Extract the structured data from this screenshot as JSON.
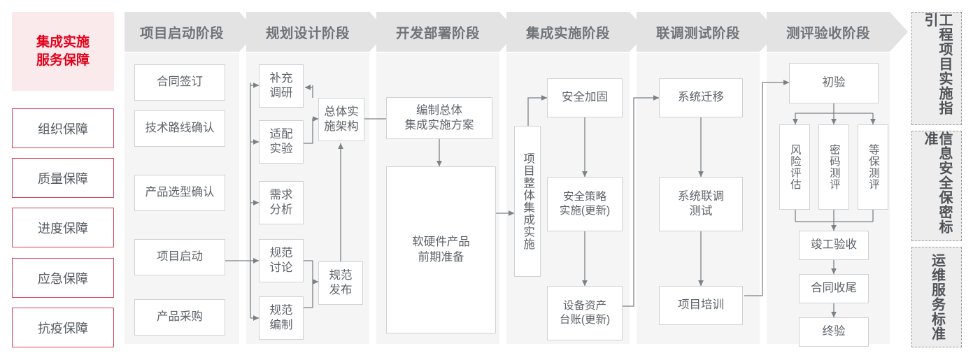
{
  "left_panel": {
    "title": "集成实施\n服务保障",
    "title_line1": "集成实施",
    "title_line2": "服务保障",
    "items": [
      {
        "label": "组织保障"
      },
      {
        "label": "质量保障"
      },
      {
        "label": "进度保障"
      },
      {
        "label": "应急保障"
      },
      {
        "label": "抗疫保障"
      }
    ]
  },
  "phases": [
    {
      "id": "initiation",
      "header": "项目启动阶段",
      "nodes": [
        {
          "id": "p1n1",
          "label": "合同签订"
        },
        {
          "id": "p1n2",
          "label": "技术路线确认"
        },
        {
          "id": "p1n3",
          "label": "产品选型确认"
        },
        {
          "id": "p1n4",
          "label": "项目启动"
        },
        {
          "id": "p1n5",
          "label": "产品采购"
        }
      ]
    },
    {
      "id": "planning",
      "header": "规划设计阶段",
      "nodes": [
        {
          "id": "p2n1",
          "label": "补充\n调研",
          "l1": "补充",
          "l2": "调研"
        },
        {
          "id": "p2n2",
          "label": "适配\n实验",
          "l1": "适配",
          "l2": "实验"
        },
        {
          "id": "p2n3",
          "label": "需求\n分析",
          "l1": "需求",
          "l2": "分析"
        },
        {
          "id": "p2n4",
          "label": "规范\n讨论",
          "l1": "规范",
          "l2": "讨论"
        },
        {
          "id": "p2n5",
          "label": "规范\n编制",
          "l1": "规范",
          "l2": "编制"
        },
        {
          "id": "p2n6",
          "label": "总体实\n施架构",
          "l1": "总体实",
          "l2": "施架构"
        },
        {
          "id": "p2n7",
          "label": "规范\n发布",
          "l1": "规范",
          "l2": "发布"
        }
      ]
    },
    {
      "id": "development",
      "header": "开发部署阶段",
      "nodes": [
        {
          "id": "p3n1",
          "label": "编制总体\n集成实施方案",
          "l1": "编制总体",
          "l2": "集成实施方案"
        },
        {
          "id": "p3n2",
          "label": "软硬件产品\n前期准备",
          "l1": "软硬件产品",
          "l2": "前期准备"
        }
      ]
    },
    {
      "id": "integration",
      "header": "集成实施阶段",
      "nodes": [
        {
          "id": "p4n0",
          "label": "项目整体集成实施"
        },
        {
          "id": "p4n1",
          "label": "安全加固"
        },
        {
          "id": "p4n2",
          "label": "安全策略\n实施(更新)",
          "l1": "安全策略",
          "l2": "实施(更新)"
        },
        {
          "id": "p4n3",
          "label": "设备资产\n台账(更新)",
          "l1": "设备资产",
          "l2": "台账(更新)"
        }
      ]
    },
    {
      "id": "joint-test",
      "header": "联调测试阶段",
      "nodes": [
        {
          "id": "p5n1",
          "label": "系统迁移"
        },
        {
          "id": "p5n2",
          "label": "系统联调\n测试",
          "l1": "系统联调",
          "l2": "测试"
        },
        {
          "id": "p5n3",
          "label": "项目培训"
        }
      ]
    },
    {
      "id": "acceptance",
      "header": "测评验收阶段",
      "nodes": [
        {
          "id": "p6n1",
          "label": "初验"
        },
        {
          "id": "p6n2",
          "label": "风险评估"
        },
        {
          "id": "p6n3",
          "label": "密码测评"
        },
        {
          "id": "p6n4",
          "label": "等保测评"
        },
        {
          "id": "p6n5",
          "label": "竣工验收"
        },
        {
          "id": "p6n6",
          "label": "合同收尾"
        },
        {
          "id": "p6n7",
          "label": "终验"
        }
      ]
    }
  ],
  "guidelines": [
    {
      "id": "g1",
      "label": "工程项目实施指引"
    },
    {
      "id": "g2",
      "label": "信息安全保密标准"
    },
    {
      "id": "g3",
      "label": "运维服务标准"
    }
  ],
  "colors": {
    "accent_red": "#e3001b",
    "item_border_red": "#d3425a",
    "title_bg_pink": "#fbeaec",
    "header_band": "#e3e3e3",
    "column_body": "#f5f5f5",
    "node_border": "#cfd2d4",
    "node_text": "#5d6368",
    "connector": "#7c8186",
    "guide_bg": "#ededed",
    "guide_border": "#9a9a9a"
  }
}
